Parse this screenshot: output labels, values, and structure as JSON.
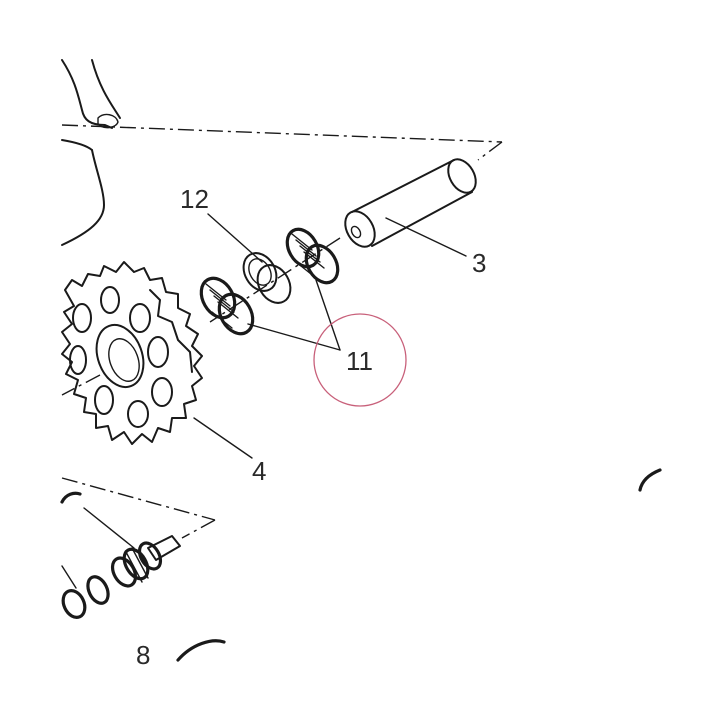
{
  "labels": {
    "part_12": "12",
    "part_3": "3",
    "part_11": "11",
    "part_4": "4",
    "part_8": "8"
  },
  "colors": {
    "line": "#1a1a1a",
    "text": "#2a2a2a",
    "highlight_circle": "#c8607a",
    "background": "#ffffff"
  }
}
